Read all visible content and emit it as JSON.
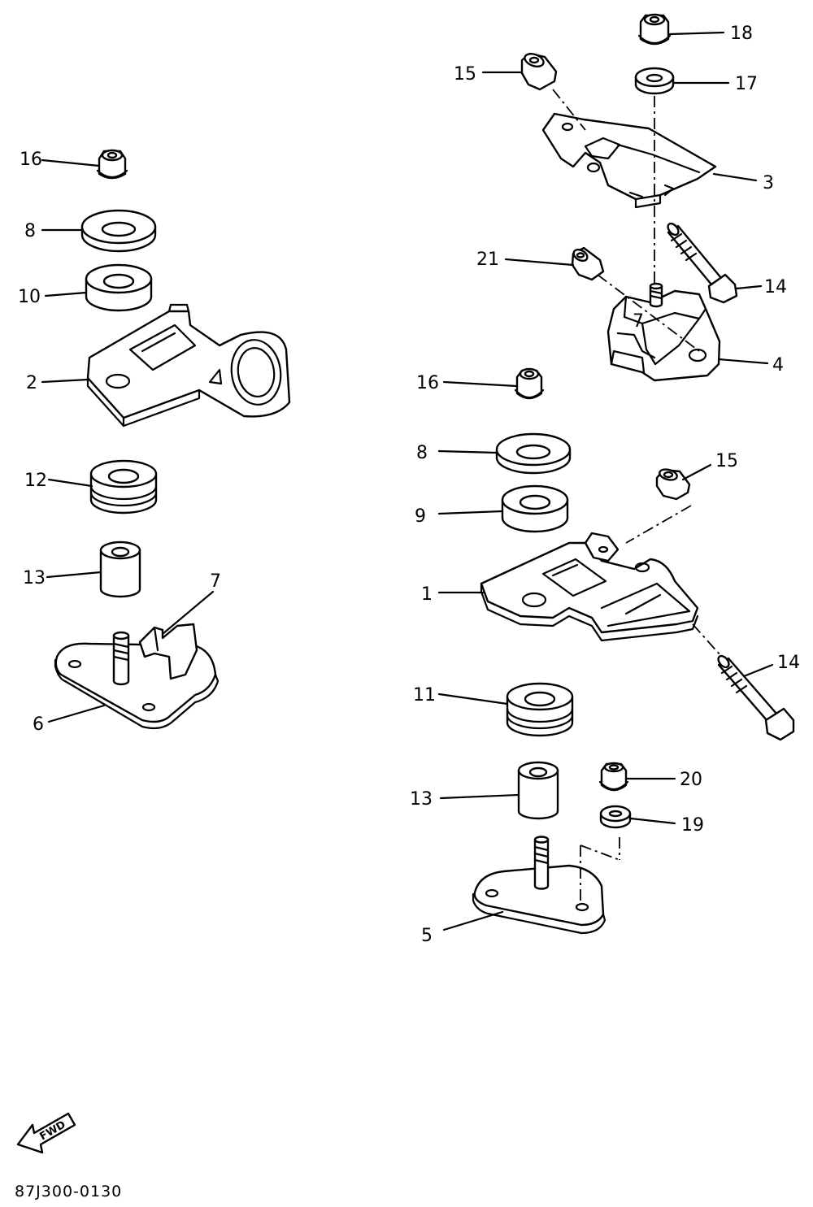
{
  "callouts": {
    "p16a": "16",
    "p8a": "8",
    "p10": "10",
    "p2": "2",
    "p12": "12",
    "p13a": "13",
    "p7a": "7",
    "p6": "6",
    "p18": "18",
    "p15a": "15",
    "p17": "17",
    "p3": "3",
    "p14a": "14",
    "p21": "21",
    "p7b": "7",
    "p4": "4",
    "p16b": "16",
    "p8b": "8",
    "p15b": "15",
    "p9": "9",
    "p1": "1",
    "p14b": "14",
    "p11": "11",
    "p13b": "13",
    "p20": "20",
    "p19": "19",
    "p5": "5"
  },
  "fwd_label": "FWD",
  "drawing_code": "87J300-0130"
}
